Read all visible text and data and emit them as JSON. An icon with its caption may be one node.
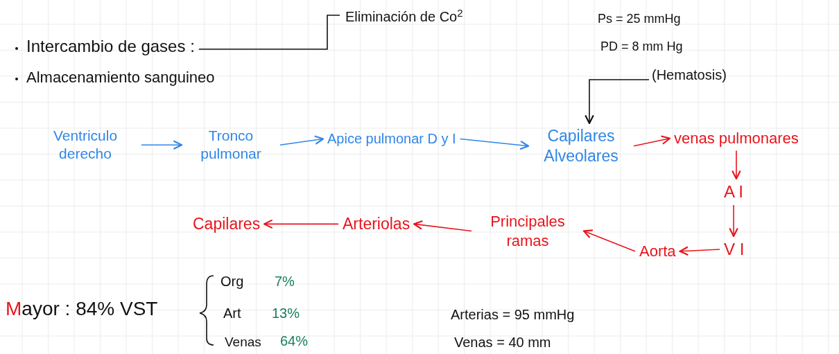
{
  "diagram": {
    "nodes": [
      {
        "text": [
          "Intercambio de gases :"
        ]
      },
      {
        "text": [
          "Eliminación de Co$^{2}$"
        ]
      },
      {
        "text": [
          "(Hematosis)"
        ]
      },
      {
        "text": [
          "Ventriculo derecho"
        ]
      },
      {
        "text": [
          "Tronco pulmonar"
        ]
      },
      {
        "text": [
          "Apice pulmonar D y I"
        ]
      },
      {
        "text": [
          "Capilares Alveolares"
        ]
      },
      {
        "text": [
          "venas pulmonares"
        ]
      },
      {
        "text": [
          "A I"
        ]
      },
      {
        "text": [
          "V I"
        ]
      },
      {
        "text": [
          "Aorta"
        ]
      },
      {
        "text": [
          "Principales ramas"
        ]
      },
      {
        "text": [
          "Arteriolas"
        ]
      },
      {
        "text": [
          "Capilares"
        ]
      }
    ],
    "edges": [
      {
        "from": 0,
        "to": 1,
        "arrow": "none",
        "color": "#111111"
      },
      {
        "from": 2,
        "to": 6,
        "arrow": "to",
        "color": "#111111"
      },
      {
        "from": 3,
        "to": 4,
        "arrow": "to",
        "color": "#2f86e8"
      },
      {
        "from": 4,
        "to": 5,
        "arrow": "to",
        "color": "#2f86e8"
      },
      {
        "from": 5,
        "to": 6,
        "arrow": "to",
        "color": "#2f86e8"
      },
      {
        "from": 6,
        "to": 7,
        "arrow": "to"
      },
      {
        "from": 7,
        "to": 8,
        "arrow": "to"
      },
      {
        "from": 8,
        "to": 9,
        "arrow": "to"
      },
      {
        "from": 9,
        "to": 10,
        "arrow": "to"
      },
      {
        "from": 10,
        "to": 11,
        "arrow": "to"
      },
      {
        "from": 11,
        "to": 12,
        "arrow": "to"
      },
      {
        "from": 12,
        "to": 13,
        "arrow": "to"
      }
    ],
    "labels": [
      "Almacenamiento sanguineo",
      "Ps = 25 mmHg",
      "PD = 8 mm Hg",
      "Mayor : 84% VST",
      "Org",
      "7%",
      "Art",
      "13%",
      "Venas",
      "64%",
      "Arterias = 95 mmHg",
      "Venas = 40 mm"
    ]
  }
}
